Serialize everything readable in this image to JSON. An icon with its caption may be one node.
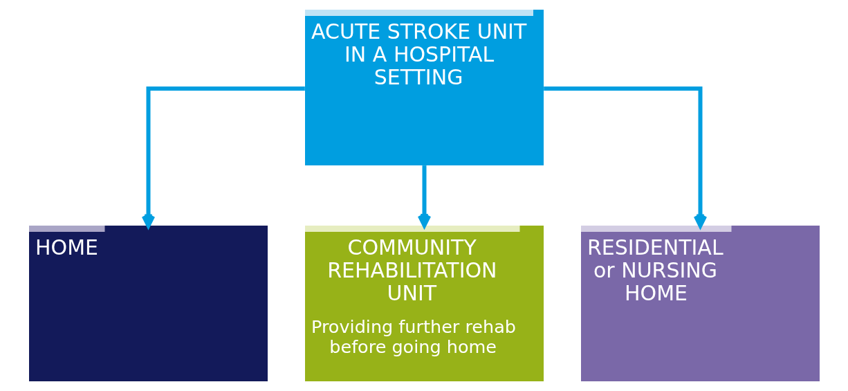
{
  "diagram": {
    "nodes": [
      {
        "text": [
          "ACUTE STROKE UNIT IN A HOSPITAL SETTING"
        ]
      },
      {
        "text": [
          "HOME"
        ]
      },
      {
        "text": [
          "COMMUNITY REHABILITATION UNIT",
          "Providing further rehab before going home"
        ]
      },
      {
        "text": [
          "RESIDENTIAL or NURSING HOME"
        ]
      }
    ],
    "edges": [
      {
        "from": 0,
        "to": 1,
        "arrow": "to"
      },
      {
        "from": 0,
        "to": 2,
        "arrow": "to"
      },
      {
        "from": 0,
        "to": 3,
        "arrow": "to"
      }
    ]
  }
}
